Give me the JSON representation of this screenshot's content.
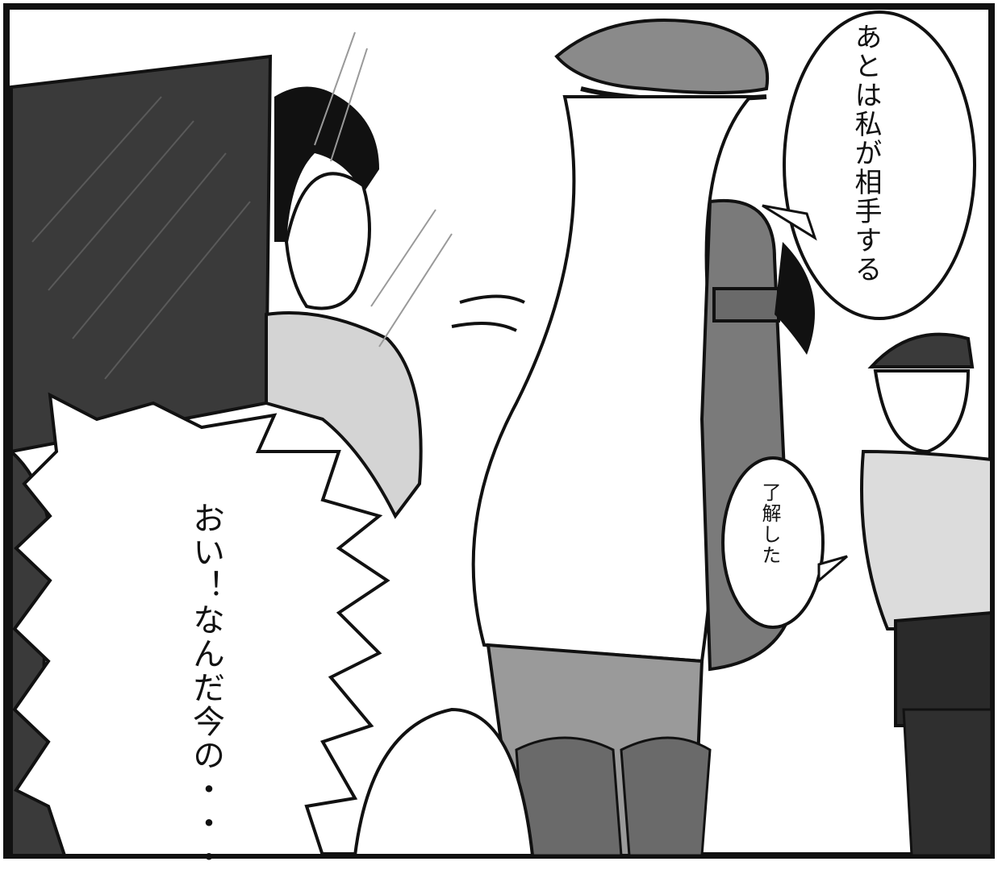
{
  "panel": {
    "speech_bubble_1": "あとは私が相手する",
    "speech_bubble_2": "了解した",
    "shout_bubble": "おい！なんだ今の・・・"
  },
  "colors": {
    "ink": "#111111",
    "paper": "#ffffff",
    "dark_fill": "#3a3a3a",
    "mid_fill": "#7a7a7a",
    "light_fill": "#bdbdbd"
  }
}
